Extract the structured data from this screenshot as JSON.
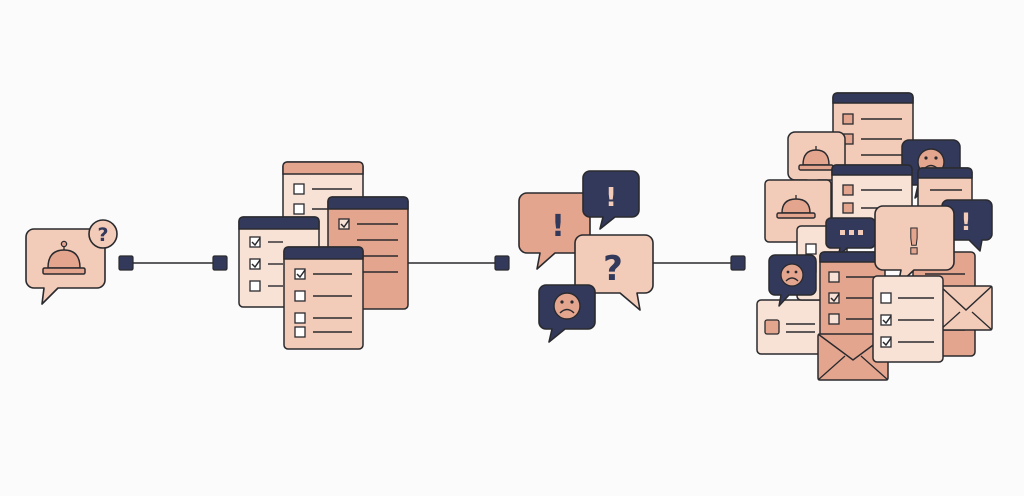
{
  "palette": {
    "ink": "#2a2a2e",
    "navy": "#33395b",
    "salmon": "#e4a58f",
    "peach": "#f2cbb9",
    "pale": "#f8e1d5",
    "line": "#2a2a2e",
    "background": "#fbfbfb"
  },
  "stages": [
    {
      "id": "single-request",
      "icon": "service-bell-question-icon",
      "count": 1
    },
    {
      "id": "checklist-forms",
      "icon": "checklist-document-icon",
      "count": 4
    },
    {
      "id": "mixed-messages",
      "icon": "alert-question-sad-bubbles-icon",
      "count": 4
    },
    {
      "id": "overflow-pile",
      "icon": "mixed-ticket-pile-icon",
      "count": 17
    }
  ],
  "glyphs": {
    "question": "?",
    "exclaim": "!",
    "ellipsis": "•••"
  }
}
